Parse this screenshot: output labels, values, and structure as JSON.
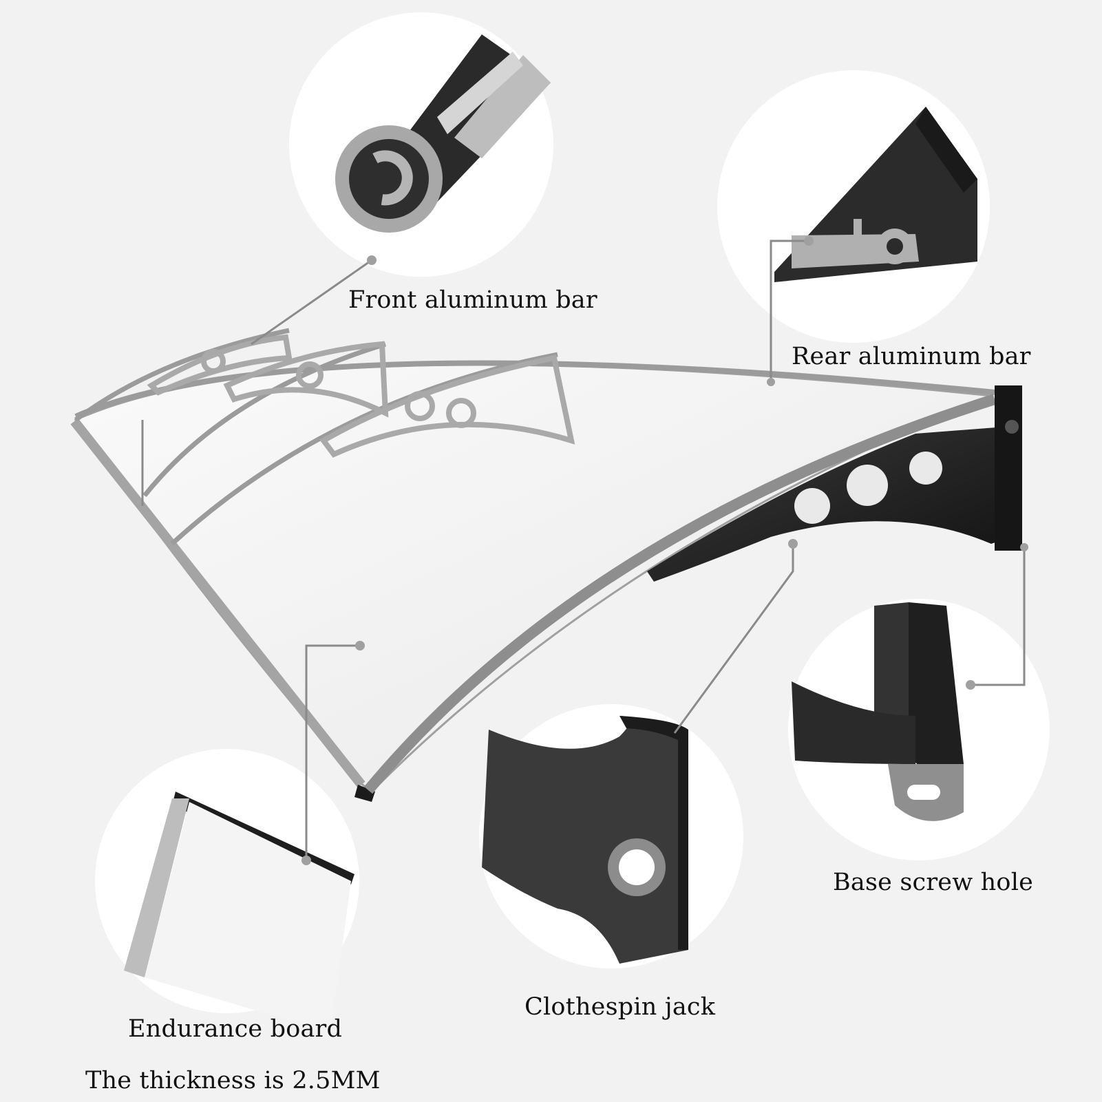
{
  "labels": {
    "front_bar": "Front aluminum bar",
    "rear_bar": "Rear aluminum bar",
    "base_hole": "Base screw hole",
    "clothespin": "Clothespin jack",
    "board": "Endurance board",
    "thickness": "The thickness is 2.5MM"
  },
  "colors": {
    "background": "#f2f2f2",
    "circle": "#ffffff",
    "bracket_dark": "#1e1e1e",
    "frame_grey": "#9b9b9b",
    "leader_line": "#8a8a8a"
  }
}
